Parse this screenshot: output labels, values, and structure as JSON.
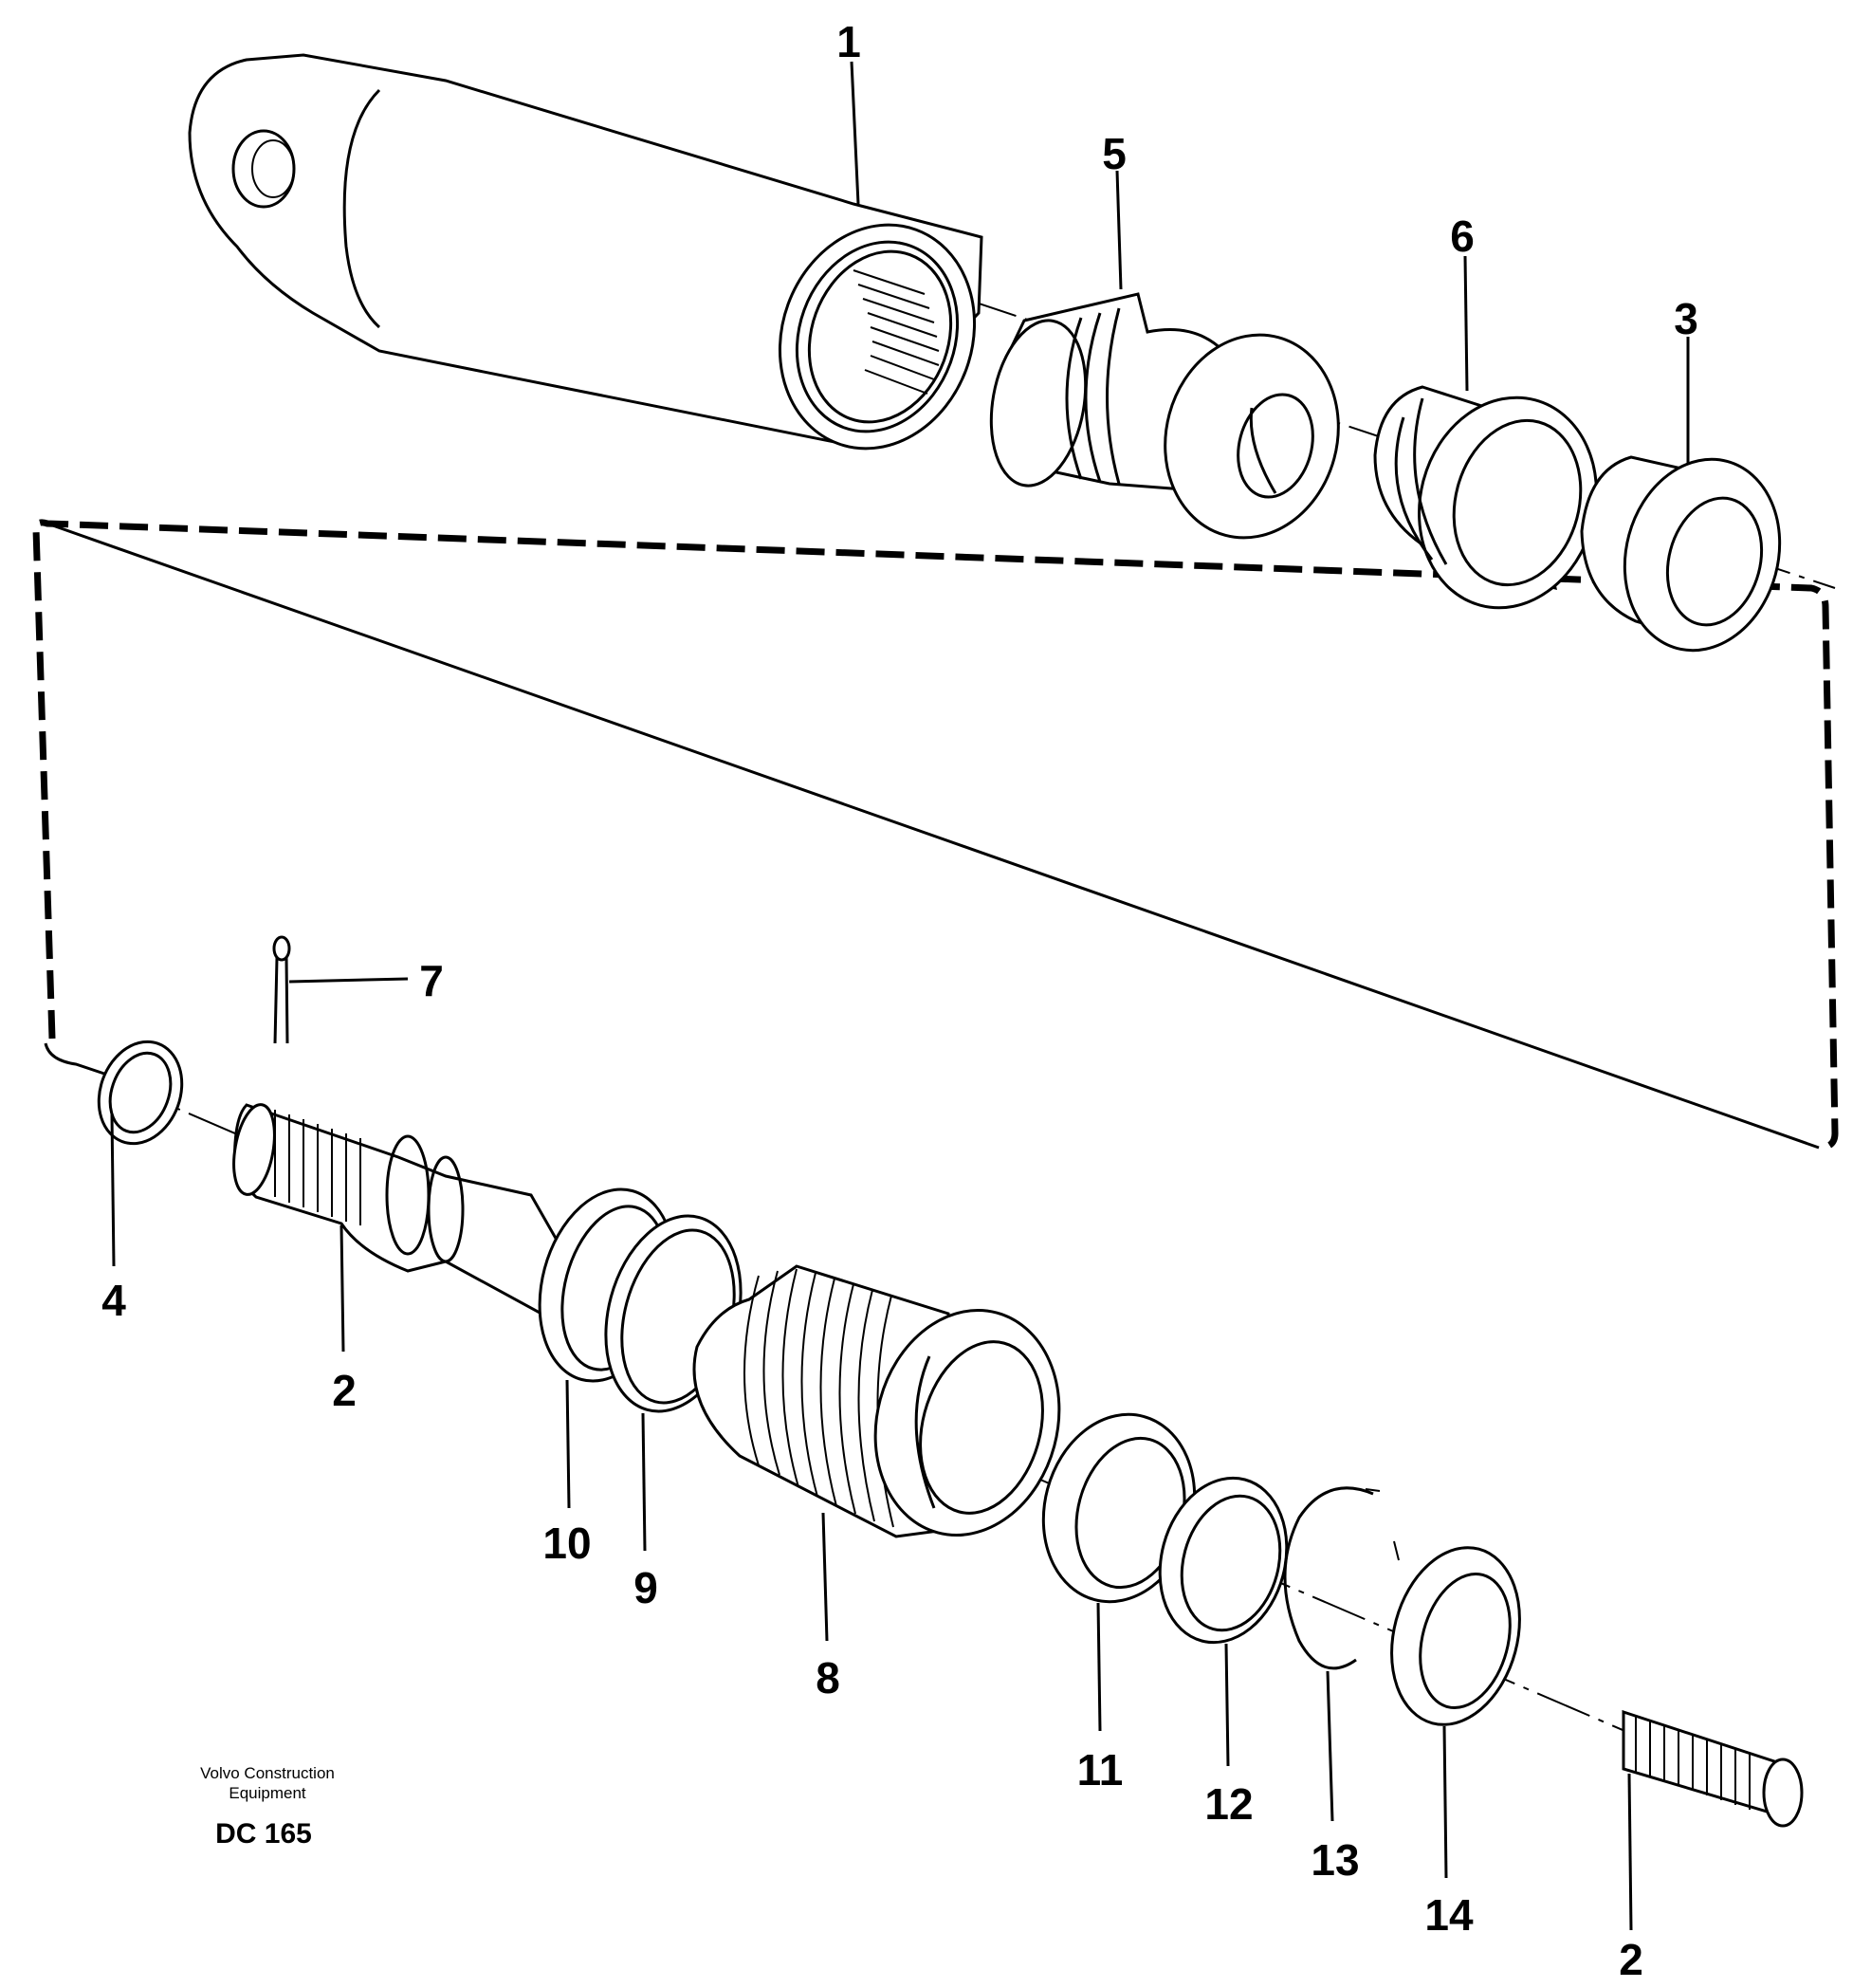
{
  "drawing": {
    "caption_line1": "Volvo Construction",
    "caption_line2": "Equipment",
    "code": "DC 165"
  },
  "callouts": [
    {
      "id": "c1",
      "label": "1"
    },
    {
      "id": "c5",
      "label": "5"
    },
    {
      "id": "c6",
      "label": "6"
    },
    {
      "id": "c3",
      "label": "3"
    },
    {
      "id": "c7",
      "label": "7"
    },
    {
      "id": "c4",
      "label": "4"
    },
    {
      "id": "c2a",
      "label": "2"
    },
    {
      "id": "c10",
      "label": "10"
    },
    {
      "id": "c9",
      "label": "9"
    },
    {
      "id": "c8",
      "label": "8"
    },
    {
      "id": "c11",
      "label": "11"
    },
    {
      "id": "c12",
      "label": "12"
    },
    {
      "id": "c13",
      "label": "13"
    },
    {
      "id": "c14",
      "label": "14"
    },
    {
      "id": "c2b",
      "label": "2"
    }
  ]
}
